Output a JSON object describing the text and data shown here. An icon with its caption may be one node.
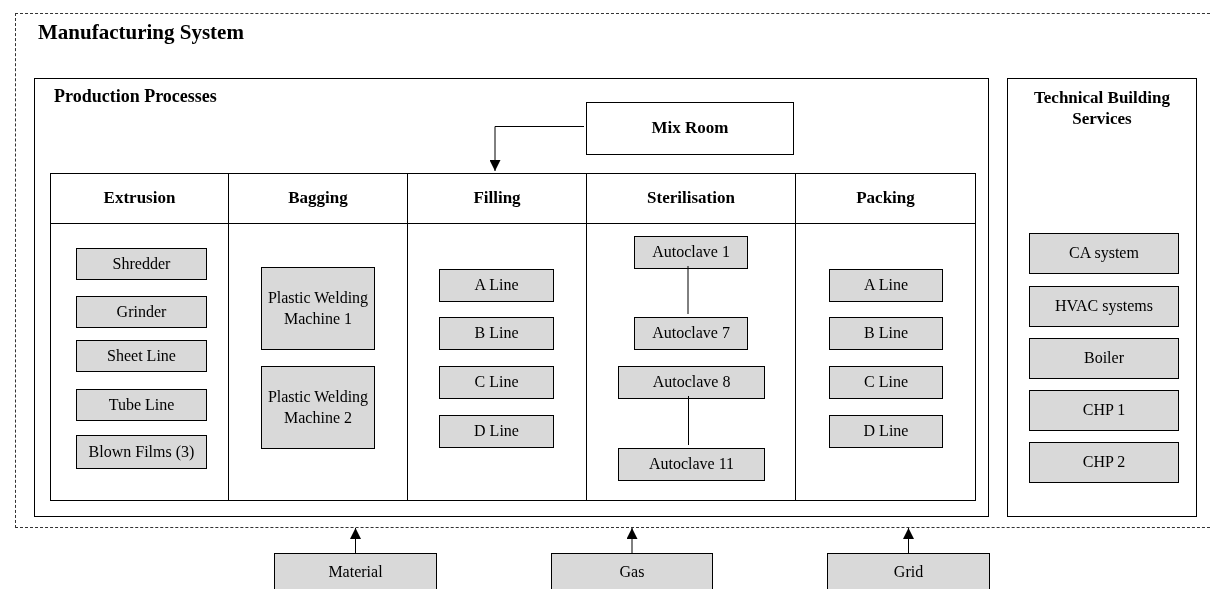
{
  "diagram": {
    "nodes": [
      {
        "text": [
          "Manufacturing System"
        ]
      },
      {
        "text": [
          "Production Processes"
        ],
        "in": 0
      },
      {
        "text": [
          "Mix Room"
        ],
        "in": 1
      },
      {
        "text": [
          "Extrusion"
        ],
        "in": 1
      },
      {
        "text": [
          "Shredder"
        ],
        "in": 3
      },
      {
        "text": [
          "Grinder"
        ],
        "in": 3
      },
      {
        "text": [
          "Sheet Line"
        ],
        "in": 3
      },
      {
        "text": [
          "Tube Line"
        ],
        "in": 3
      },
      {
        "text": [
          "Blown Films (3)"
        ],
        "in": 3
      },
      {
        "text": [
          "Bagging"
        ],
        "in": 1
      },
      {
        "text": [
          "Plastic Welding Machine 1"
        ],
        "in": 9
      },
      {
        "text": [
          "Plastic Welding Machine 2"
        ],
        "in": 9
      },
      {
        "text": [
          "Filling"
        ],
        "in": 1
      },
      {
        "text": [
          "A Line"
        ],
        "in": 12
      },
      {
        "text": [
          "B Line"
        ],
        "in": 12
      },
      {
        "text": [
          "C Line"
        ],
        "in": 12
      },
      {
        "text": [
          "D Line"
        ],
        "in": 12
      },
      {
        "text": [
          "Sterilisation"
        ],
        "in": 1
      },
      {
        "text": [
          "Autoclave 1"
        ],
        "in": 17
      },
      {
        "text": [
          "Autoclave 7"
        ],
        "in": 17
      },
      {
        "text": [
          "Autoclave 8"
        ],
        "in": 17
      },
      {
        "text": [
          "Autoclave 11"
        ],
        "in": 17
      },
      {
        "text": [
          "Packing"
        ],
        "in": 1
      },
      {
        "text": [
          "A Line"
        ],
        "in": 22
      },
      {
        "text": [
          "B Line"
        ],
        "in": 22
      },
      {
        "text": [
          "C Line"
        ],
        "in": 22
      },
      {
        "text": [
          "D Line"
        ],
        "in": 22
      },
      {
        "text": [
          "Technical Building Services"
        ],
        "in": 0
      },
      {
        "text": [
          "CA system"
        ],
        "in": 27
      },
      {
        "text": [
          "HVAC systems"
        ],
        "in": 27
      },
      {
        "text": [
          "Boiler"
        ],
        "in": 27
      },
      {
        "text": [
          "CHP 1"
        ],
        "in": 27
      },
      {
        "text": [
          "CHP 2"
        ],
        "in": 27
      },
      {
        "text": [
          "Material"
        ]
      },
      {
        "text": [
          "Gas"
        ]
      },
      {
        "text": [
          "Grid"
        ]
      }
    ],
    "edges": [
      {
        "from": 2,
        "to": 12,
        "arrow": "to"
      },
      {
        "from": 18,
        "to": 19,
        "arrow": "none"
      },
      {
        "from": 20,
        "to": 21,
        "arrow": "none"
      },
      {
        "from": 33,
        "to": 0,
        "arrow": "to"
      },
      {
        "from": 34,
        "to": 0,
        "arrow": "to"
      },
      {
        "from": 35,
        "to": 0,
        "arrow": "to"
      }
    ]
  }
}
